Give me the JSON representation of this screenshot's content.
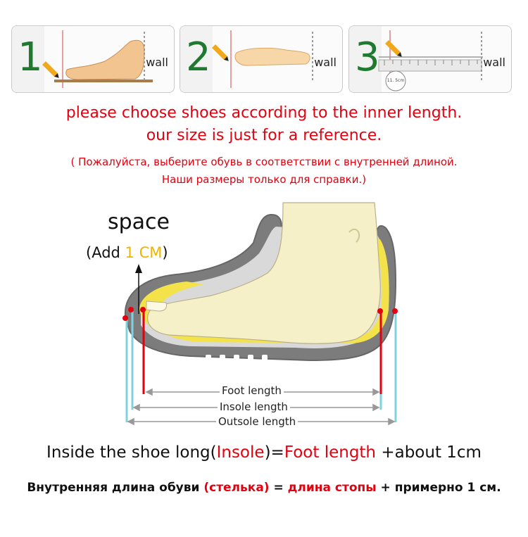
{
  "steps": [
    {
      "number": "1",
      "wall_label": "wall"
    },
    {
      "number": "2",
      "wall_label": "wall"
    },
    {
      "number": "3",
      "wall_label": "wall",
      "ruler_reading": "11. 5cm"
    }
  ],
  "headline": {
    "line1": "please choose shoes according to the inner length.",
    "line2": "our size is just for a reference."
  },
  "russian_note": {
    "line1": "( Пожалуйста, выберите обувь в соответствии с внутренней длиной.",
    "line2": "Наши размеры только для справки.)"
  },
  "space": {
    "title": "space",
    "add_prefix": "(Add ",
    "add_value": "1 CM",
    "add_suffix": ")"
  },
  "lengths": {
    "foot": "Foot length",
    "insole": "Insole length",
    "outsole": "Outsole length"
  },
  "formula_en": {
    "prefix": "Inside the shoe long(",
    "insole": "Insole",
    "mid": ")=",
    "foot": "Foot length",
    "suffix": " +about 1cm"
  },
  "formula_ru": {
    "prefix": "Внутренняя длина обуви ",
    "insole": "(стелька)",
    "mid": " = ",
    "foot": "длина стопы",
    "suffix": " + примерно 1 см."
  },
  "colors": {
    "red": "#e3000f",
    "green_number": "#1f7a2f",
    "accent_yellow": "#f0b400",
    "cyan_line": "#7fd3df",
    "shoe_gray": "#7c7c7c",
    "foot_cream": "#f6f0c8",
    "insole_yellow": "#f4e24a"
  }
}
